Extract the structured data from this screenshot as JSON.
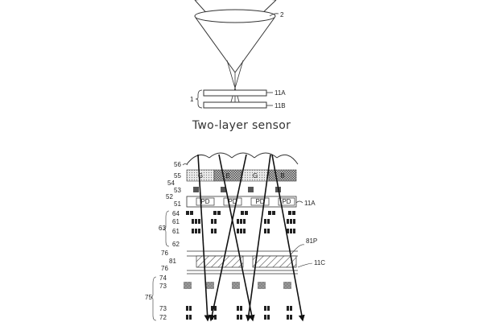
{
  "caption": "Two-layer sensor",
  "top_figure": {
    "lens_label": "2",
    "sensor_label": "1",
    "layer_labels": [
      "11A",
      "11B"
    ]
  },
  "bottom_figure": {
    "left_labels": [
      "56",
      "55",
      "54",
      "53",
      "52",
      "51",
      "64",
      "61",
      "61",
      "62",
      "63",
      "76",
      "81",
      "76",
      "74",
      "73",
      "75",
      "73",
      "72"
    ],
    "right_labels": [
      "11A",
      "81P",
      "11C"
    ],
    "filter_cells": [
      "G",
      "B",
      "G",
      "B"
    ],
    "pd_cells": [
      "PD",
      "PD",
      "PD",
      "PD"
    ]
  }
}
